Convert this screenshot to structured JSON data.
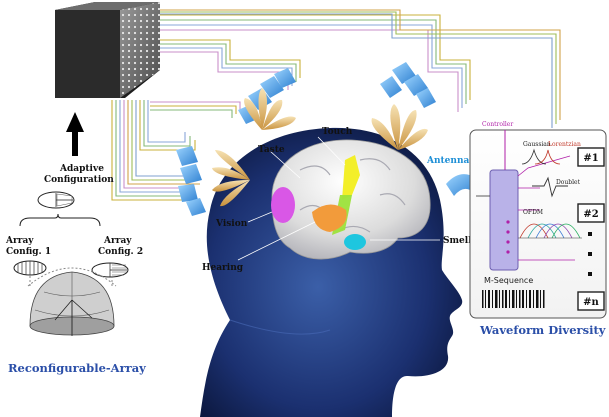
{
  "labels": {
    "adaptive_configuration_line1": "Adaptive",
    "adaptive_configuration_line2": "Configuration",
    "array_config_1_line1": "Array",
    "array_config_1_line2": "Config. 1",
    "array_config_2_line1": "Array",
    "array_config_2_line2": "Config. 2",
    "reconfigurable_array": "Reconfigurable-Array",
    "taste": "Taste",
    "touch": "Touch",
    "vision": "Vision",
    "hearing": "Hearing",
    "smell": "Smell",
    "antenna": "Antenna",
    "waveform_diversity": "Waveform Diversity"
  },
  "waveform_panel": {
    "controller": "Controller",
    "gaussian": "Gaussian",
    "lorentzian": "Lorentzian",
    "doublet": "Doublet",
    "ofdm": "OFDM",
    "m_sequence": "M-Sequence",
    "tags": [
      "#1",
      "#2",
      "#n"
    ]
  },
  "colors": {
    "title_blue": "#2b4fa8",
    "antenna_blue": "#1e8fd6",
    "controller_magenta": "#b01fa8",
    "lorentzian_red": "#c0392b",
    "taste_yellow": "#f2ee1e",
    "touch_green": "#9ce23a",
    "vision_magenta": "#d957e6",
    "hearing_orange": "#f29b3b",
    "smell_cyan": "#1ec6df",
    "brain_grey": "#dcdcdc",
    "body_navy": "#0f1f4a"
  },
  "icons": {
    "box": "antenna-array-box-icon",
    "arrow": "up-arrow-icon",
    "horn_antenna": "horn-antenna-icon",
    "radiation_pattern": "petal-radiation-pattern-icon"
  }
}
